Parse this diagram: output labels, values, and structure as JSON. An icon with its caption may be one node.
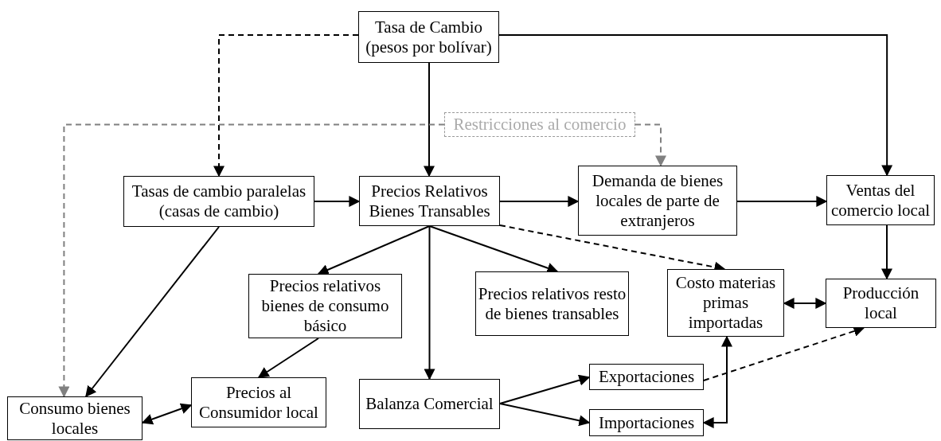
{
  "diagram": {
    "nodes": [
      {
        "text": [
          "Tasa de Cambio (pesos por bolívar)"
        ]
      },
      {
        "text": [
          "Restricciones al comercio"
        ]
      },
      {
        "text": [
          "Tasas de cambio paralelas (casas de cambio)"
        ]
      },
      {
        "text": [
          "Precios Relativos Bienes Transables"
        ]
      },
      {
        "text": [
          "Demanda de bienes locales de parte de extranjeros"
        ]
      },
      {
        "text": [
          "Ventas del comercio local"
        ]
      },
      {
        "text": [
          "Precios relativos bienes de consumo básico"
        ]
      },
      {
        "text": [
          "Precios relativos resto de bienes transables"
        ]
      },
      {
        "text": [
          "Costo materias primas importadas"
        ]
      },
      {
        "text": [
          "Producción local"
        ]
      },
      {
        "text": [
          "Exportaciones"
        ]
      },
      {
        "text": [
          "Consumo bienes locales"
        ]
      },
      {
        "text": [
          "Precios al Consumidor local"
        ]
      },
      {
        "text": [
          "Balanza Comercial"
        ]
      },
      {
        "text": [
          "Importaciones"
        ]
      }
    ],
    "edges": [
      {
        "from": 0,
        "to": 2,
        "arrow": "to",
        "style": "dashed"
      },
      {
        "from": 0,
        "to": 3,
        "arrow": "to"
      },
      {
        "from": 0,
        "to": 5,
        "arrow": "to"
      },
      {
        "from": 1,
        "to": 11,
        "arrow": "to",
        "style": "dashed",
        "color": "#808080"
      },
      {
        "from": 1,
        "to": 4,
        "arrow": "to",
        "style": "dashed",
        "color": "#808080"
      },
      {
        "from": 2,
        "to": 3,
        "arrow": "to"
      },
      {
        "from": 3,
        "to": 4,
        "arrow": "to"
      },
      {
        "from": 4,
        "to": 5,
        "arrow": "to"
      },
      {
        "from": 2,
        "to": 11,
        "arrow": "to"
      },
      {
        "from": 3,
        "to": 6,
        "arrow": "to"
      },
      {
        "from": 3,
        "to": 7,
        "arrow": "to"
      },
      {
        "from": 3,
        "to": 13,
        "arrow": "to"
      },
      {
        "from": 3,
        "to": 8,
        "arrow": "to",
        "style": "dashed"
      },
      {
        "from": 5,
        "to": 9,
        "arrow": "to"
      },
      {
        "from": 8,
        "to": 9,
        "arrow": "both"
      },
      {
        "from": 6,
        "to": 12,
        "arrow": "to"
      },
      {
        "from": 11,
        "to": 12,
        "arrow": "both"
      },
      {
        "from": 13,
        "to": 10,
        "arrow": "to"
      },
      {
        "from": 13,
        "to": 14,
        "arrow": "to"
      },
      {
        "from": 10,
        "to": 9,
        "arrow": "to",
        "style": "dashed"
      },
      {
        "from": 14,
        "to": 8,
        "arrow": "both"
      }
    ]
  }
}
